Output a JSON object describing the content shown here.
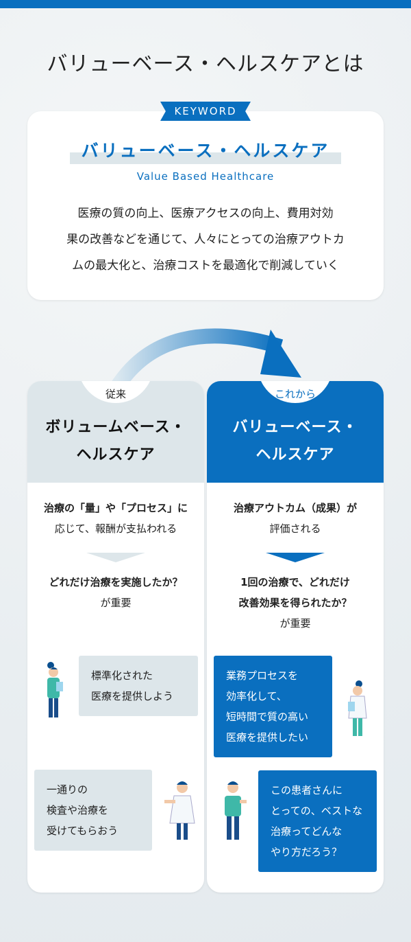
{
  "title": "バリューベース・ヘルスケアとは",
  "keyword": {
    "badge": "KEYWORD",
    "term": "バリューベース・ヘルスケア",
    "english": "Value Based Healthcare",
    "description": [
      "医療の質の向上、医療アクセスの向上、費用対効",
      "果の改善などを通じて、人々にとっての治療アウトカ",
      "ムの最大化と、治療コストを最適化で削減していく"
    ]
  },
  "colors": {
    "blue": "#0a6fbf",
    "light": "#dde6ea"
  },
  "left": {
    "tab": "従来",
    "title": [
      "ボリュームベース・",
      "ヘルスケア"
    ],
    "point": [
      "治療の「量」や「プロセス」に",
      "応じて、報酬が支払われる"
    ],
    "question": [
      "どれだけ治療を実施したか？"
    ],
    "important": "が重要",
    "doctor_bubble": [
      "標準化された",
      "医療を提供しよう"
    ],
    "patient_bubble": [
      "一通りの",
      "検査や治療を",
      "受けてもらおう"
    ]
  },
  "right": {
    "tab": "これから",
    "title": [
      "バリューベース・",
      "ヘルスケア"
    ],
    "point": [
      "治療アウトカム（成果）が",
      "評価される"
    ],
    "question": [
      "1回の治療で、どれだけ",
      "改善効果を得られたか？"
    ],
    "important": "が重要",
    "doctor_bubble": [
      "業務プロセスを",
      "効率化して、",
      "短時間で質の高い",
      "医療を提供したい"
    ],
    "patient_bubble": [
      "この患者さんに",
      "とっての、ベストな",
      "治療ってどんな",
      "やり方だろう？"
    ]
  }
}
